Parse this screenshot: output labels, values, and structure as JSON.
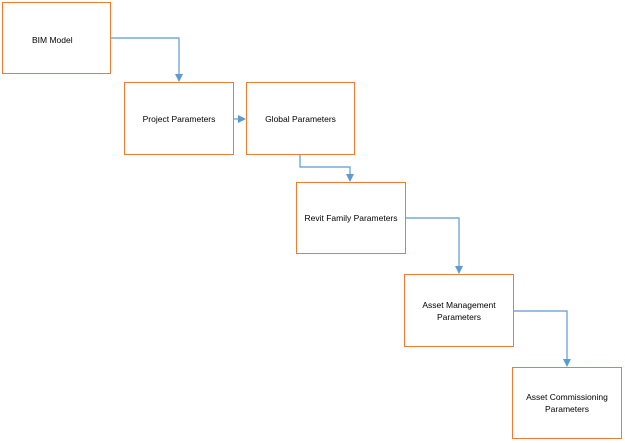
{
  "diagram": {
    "nodes": [
      {
        "id": "bim",
        "label": "BIM Model"
      },
      {
        "id": "project",
        "label": "Project Parameters"
      },
      {
        "id": "global",
        "label": "Global Parameters"
      },
      {
        "id": "revit",
        "label": "Revit Family Parameters"
      },
      {
        "id": "asset_mgmt",
        "label": "Asset Management\nParameters"
      },
      {
        "id": "asset_comm",
        "label": "Asset Commissioning\nParameters"
      }
    ],
    "edges": [
      {
        "from": "bim",
        "to": "project"
      },
      {
        "from": "project",
        "to": "global"
      },
      {
        "from": "global",
        "to": "revit"
      },
      {
        "from": "revit",
        "to": "asset_mgmt"
      },
      {
        "from": "asset_mgmt",
        "to": "asset_comm"
      }
    ],
    "colors": {
      "box_border": "#ED7D31",
      "connector": "#5B9BD5"
    }
  }
}
